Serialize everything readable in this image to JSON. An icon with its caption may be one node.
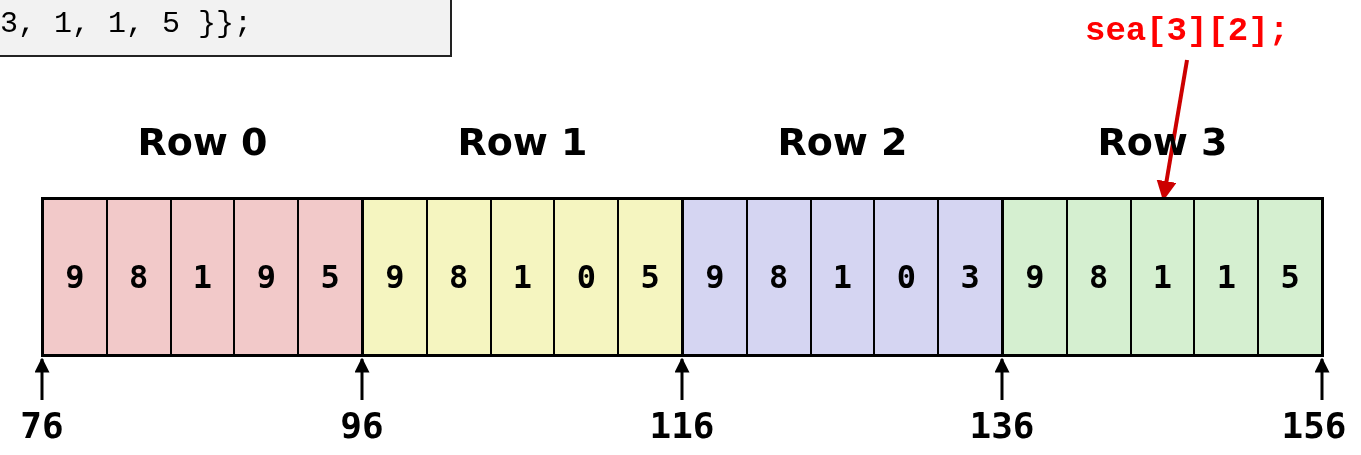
{
  "diagram": {
    "nodes": [
      {
        "text": [
          "3, 1, 1, 5 }};"
        ]
      },
      {
        "text": [
          "Row 0"
        ]
      },
      {
        "text": [
          "9"
        ],
        "in": 1
      },
      {
        "text": [
          "8"
        ],
        "in": 1
      },
      {
        "text": [
          "1"
        ],
        "in": 1
      },
      {
        "text": [
          "9"
        ],
        "in": 1
      },
      {
        "text": [
          "5"
        ],
        "in": 1
      },
      {
        "text": [
          "Row 1"
        ]
      },
      {
        "text": [
          "9"
        ],
        "in": 7
      },
      {
        "text": [
          "8"
        ],
        "in": 7
      },
      {
        "text": [
          "1"
        ],
        "in": 7
      },
      {
        "text": [
          "0"
        ],
        "in": 7
      },
      {
        "text": [
          "5"
        ],
        "in": 7
      },
      {
        "text": [
          "Row 2"
        ]
      },
      {
        "text": [
          "9"
        ],
        "in": 13
      },
      {
        "text": [
          "8"
        ],
        "in": 13
      },
      {
        "text": [
          "1"
        ],
        "in": 13
      },
      {
        "text": [
          "0"
        ],
        "in": 13
      },
      {
        "text": [
          "3"
        ],
        "in": 13
      },
      {
        "text": [
          "Row 3"
        ]
      },
      {
        "text": [
          "9"
        ],
        "in": 19
      },
      {
        "text": [
          "8"
        ],
        "in": 19
      },
      {
        "text": [
          "1"
        ],
        "in": 19
      },
      {
        "text": [
          "1"
        ],
        "in": 19
      },
      {
        "text": [
          "5"
        ],
        "in": 19
      },
      {
        "text": [
          "sea[3][2];"
        ]
      }
    ],
    "edges": [
      {
        "from": 25,
        "to": 22,
        "arrow": "to",
        "color": "#cc0000"
      }
    ],
    "labels": [
      "76",
      "96",
      "116",
      "136",
      "156"
    ]
  }
}
